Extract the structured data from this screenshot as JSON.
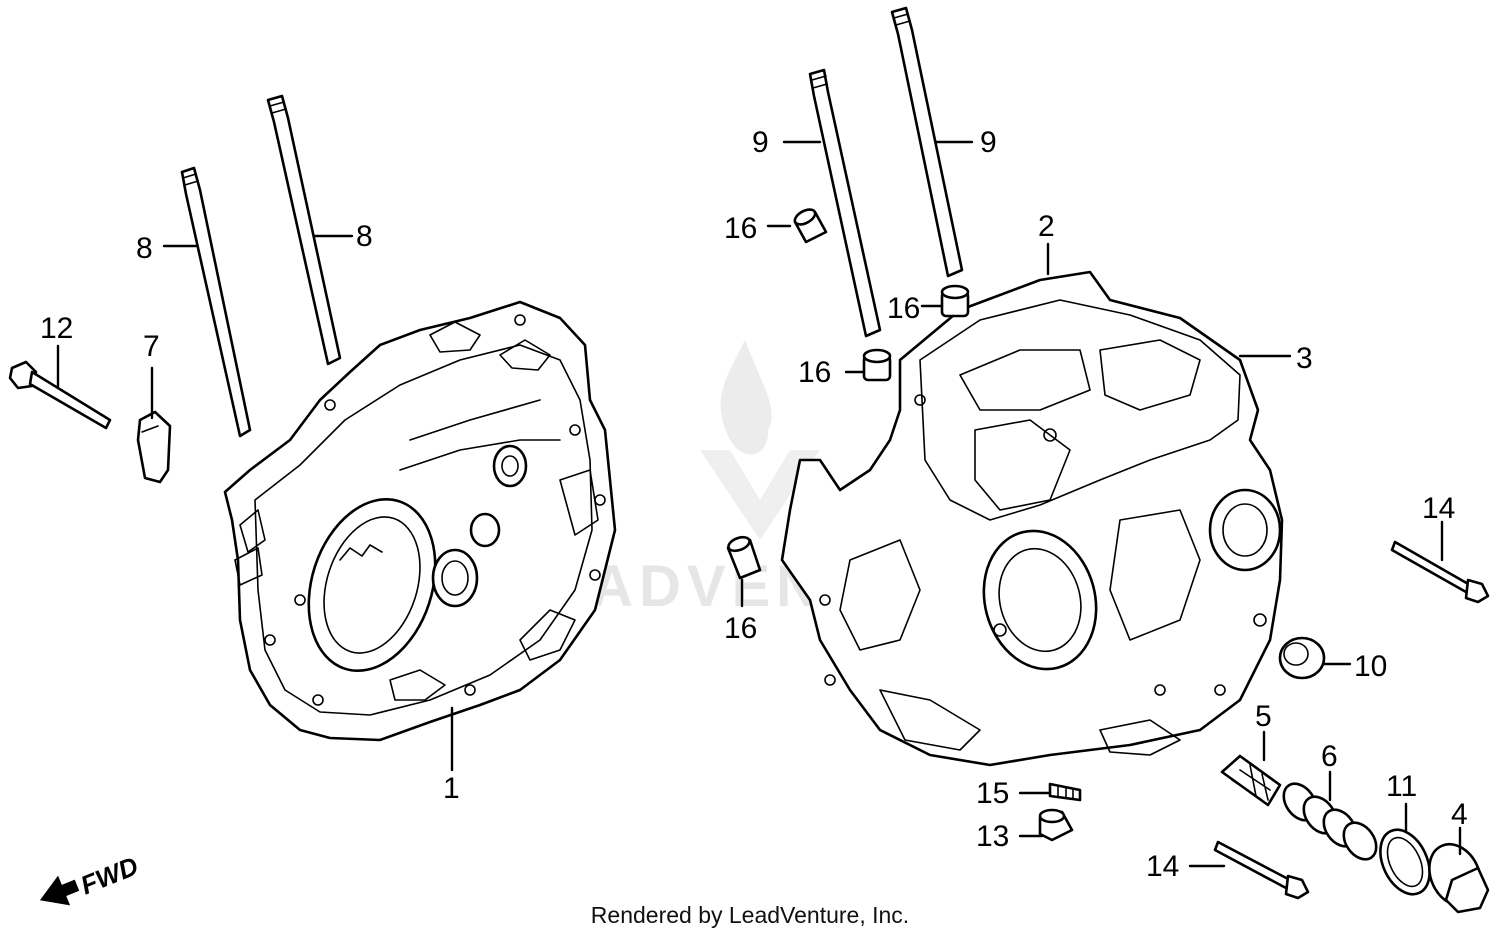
{
  "callouts": {
    "c1": "1",
    "c2": "2",
    "c3": "3",
    "c4": "4",
    "c5": "5",
    "c6": "6",
    "c7": "7",
    "c8a": "8",
    "c8b": "8",
    "c9a": "9",
    "c9b": "9",
    "c10": "10",
    "c11": "11",
    "c12": "12",
    "c13": "13",
    "c14a": "14",
    "c14b": "14",
    "c15": "15",
    "c16a": "16",
    "c16b": "16",
    "c16c": "16",
    "c16d": "16"
  },
  "fwd_label": "FWD",
  "watermark": "LEADVENTURE",
  "footer": "Rendered by LeadVenture, Inc."
}
